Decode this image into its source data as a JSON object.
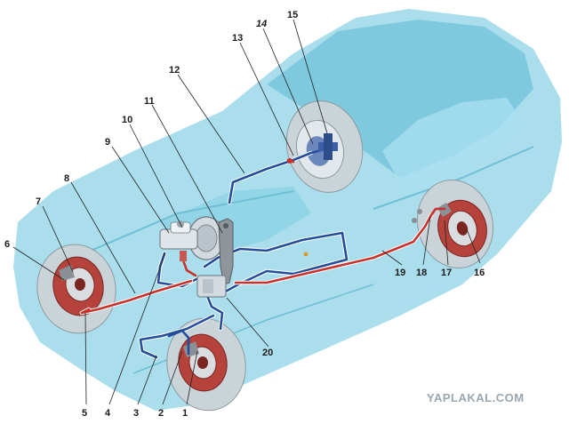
{
  "callouts": [
    {
      "id": "1",
      "text": "1"
    },
    {
      "id": "2",
      "text": "2"
    },
    {
      "id": "3",
      "text": "3"
    },
    {
      "id": "4",
      "text": "4"
    },
    {
      "id": "5",
      "text": "5"
    },
    {
      "id": "6",
      "text": "6"
    },
    {
      "id": "7",
      "text": "7"
    },
    {
      "id": "8",
      "text": "8"
    },
    {
      "id": "9",
      "text": "9"
    },
    {
      "id": "10",
      "text": "10"
    },
    {
      "id": "11",
      "text": "11"
    },
    {
      "id": "12",
      "text": "12"
    },
    {
      "id": "13",
      "text": "13"
    },
    {
      "id": "14",
      "text": "14"
    },
    {
      "id": "15",
      "text": "15"
    },
    {
      "id": "16",
      "text": "16"
    },
    {
      "id": "17",
      "text": "17"
    },
    {
      "id": "18",
      "text": "18"
    },
    {
      "id": "19",
      "text": "19"
    },
    {
      "id": "20",
      "text": "20"
    }
  ],
  "watermark": "YAPLAKAL.COM",
  "colors": {
    "car_body": "#8fd3e6",
    "car_body_dark": "#6cc0d8",
    "tire": "#c9d3d8",
    "pipe_circuit_a": "#c8322b",
    "pipe_circuit_b": "#244e9c",
    "component": "#c45a52"
  }
}
